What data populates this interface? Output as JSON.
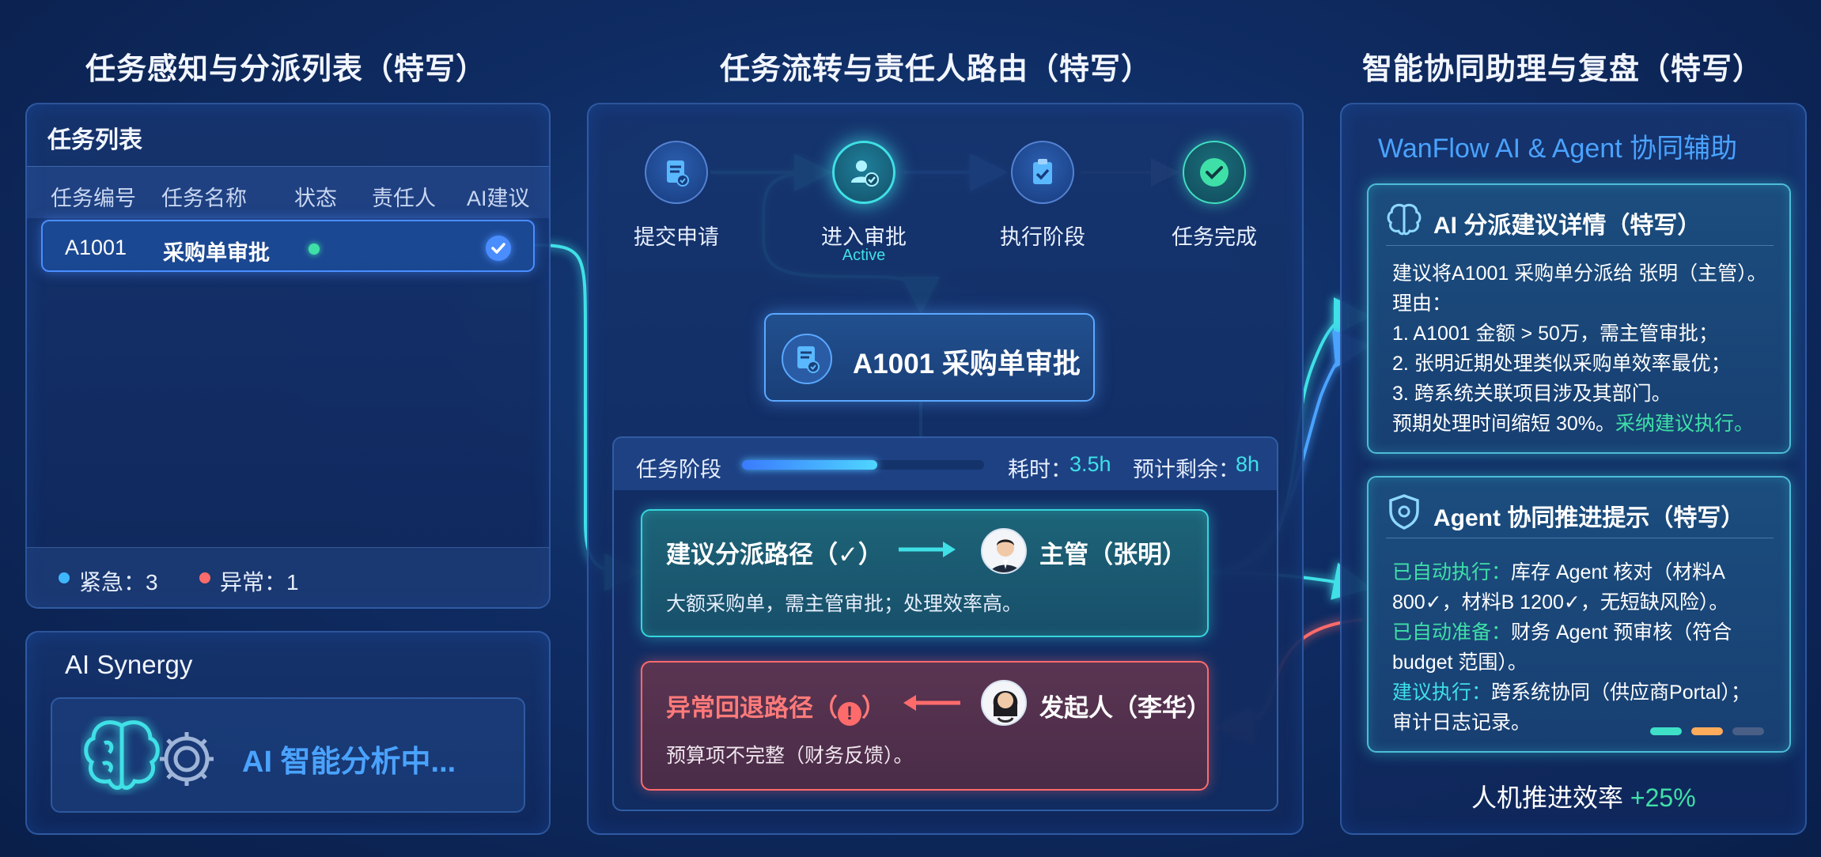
{
  "sections": {
    "left_title": "任务感知与分派列表（特写）",
    "middle_title": "任务流转与责任人路由（特写）",
    "right_title": "智能协同助理与复盘（特写）"
  },
  "task_list": {
    "title": "任务列表",
    "columns": [
      "任务编号",
      "任务名称",
      "状态",
      "责任人",
      "AI建议"
    ],
    "rows": [
      {
        "id": "A1001",
        "name": "采购单审批"
      }
    ],
    "footer": {
      "urgent": "紧急：3",
      "abnormal": "异常：1"
    }
  },
  "synergy": {
    "title": "AI Synergy",
    "status": "AI 智能分析中..."
  },
  "flow": {
    "steps": [
      "提交申请",
      "进入审批",
      "执行阶段",
      "任务完成"
    ],
    "active_tag": "Active",
    "task_card": "A1001 采购单审批",
    "stage_label": "任务阶段",
    "progress": 0.56,
    "elapsed_label": "耗时：",
    "elapsed_value": "3.5h",
    "remaining_label": "预计剩余：",
    "remaining_value": "8h",
    "suggest_path": {
      "title": "建议分派路径（✓）",
      "assignee": "主管（张明）",
      "desc": "大额采购单，需主管审批；处理效率高。"
    },
    "reject_path": {
      "title": "异常回退路径（",
      "title_end": "）",
      "assignee": "发起人（李华）",
      "desc": "预算项不完整（财务反馈）。"
    }
  },
  "assistant": {
    "header": "WanFlow AI & Agent 协同辅助",
    "ai_card": {
      "title": "AI 分派建议详情（特写）",
      "lines": [
        "建议将A1001 采购单分派给 张明（主管）。",
        "理由：",
        "1. A1001 金额 > 50万，需主管审批；",
        "2. 张明近期处理类似采购单效率最优；",
        "3. 跨系统关联项目涉及其部门。"
      ],
      "last_line": "预期处理时间缩短 30%。",
      "last_line_accent": "采纳建议执行。"
    },
    "agent_card": {
      "title": "Agent 协同推进提示（特写）",
      "l1_key": "已自动执行：",
      "l1_val": "库存 Agent 核对（材料A",
      "l2": "800✓，材料B 1200✓，无短缺风险）。",
      "l3_key": "已自动准备：",
      "l3_val": "财务 Agent 预审核（符合",
      "l4": "budget 范围）。",
      "l5_key": "建议执行：",
      "l5_val": "跨系统协同（供应商Portal）；",
      "l6": "审计日志记录。"
    },
    "efficiency_label": "人机推进效率",
    "efficiency_value": "+25%"
  },
  "colors": {
    "cyan": "#3fe0e6",
    "green": "#3fe0a8",
    "red": "#ff6b6b",
    "blue": "#4a8dff",
    "accent_text": "#5ab8ff"
  }
}
